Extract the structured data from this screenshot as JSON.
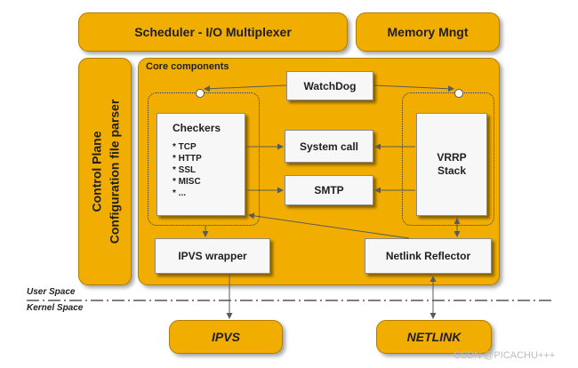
{
  "top_bar": {
    "scheduler": "Scheduler - I/O Multiplexer",
    "memory": "Memory Mngt"
  },
  "left_panel": {
    "line1": "Control Plane",
    "line2": "Configuration file parser"
  },
  "core": {
    "title": "Core components",
    "watchdog": "WatchDog",
    "checkers_title": "Checkers",
    "checkers_items": [
      "TCP",
      "HTTP",
      "SSL",
      "MISC",
      "..."
    ],
    "system_call": "System call",
    "smtp": "SMTP",
    "vrrp_line1": "VRRP",
    "vrrp_line2": "Stack",
    "ipvs_wrapper": "IPVS wrapper",
    "netlink_reflector": "Netlink Reflector"
  },
  "boundary": {
    "user_space": "User Space",
    "kernel_space": "Kernel Space"
  },
  "bottom": {
    "ipvs": "IPVS",
    "netlink": "NETLINK"
  },
  "watermark": "CSDN @PICACHU+++",
  "colors": {
    "gold": "#f2ae00",
    "box": "#f7f7f7",
    "line": "#5a5a5a"
  }
}
